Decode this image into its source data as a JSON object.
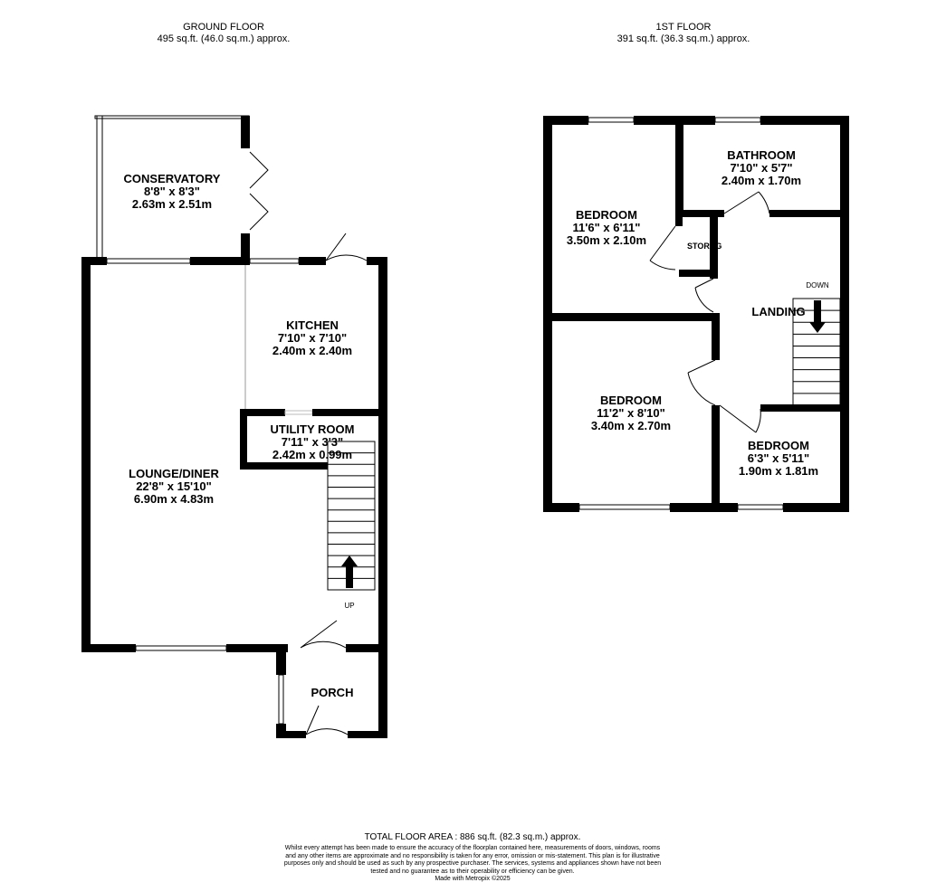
{
  "ground_floor": {
    "title": "GROUND FLOOR",
    "area": "495 sq.ft. (46.0 sq.m.) approx.",
    "rooms": [
      {
        "name": "CONSERVATORY",
        "imperial": "8'8\"  x 8'3\"",
        "metric": "2.63m  x 2.51m"
      },
      {
        "name": "KITCHEN",
        "imperial": "7'10\"  x 7'10\"",
        "metric": "2.40m  x 2.40m"
      },
      {
        "name": "UTILITY ROOM",
        "imperial": "7'11\"  x 3'3\"",
        "metric": "2.42m  x 0.99m"
      },
      {
        "name": "LOUNGE/DINER",
        "imperial": "22'8\"  x 15'10\"",
        "metric": "6.90m  x 4.83m"
      },
      {
        "name": "PORCH"
      }
    ],
    "stairs_label": "UP"
  },
  "first_floor": {
    "title": "1ST FLOOR",
    "area": "391 sq.ft. (36.3 sq.m.) approx.",
    "rooms": [
      {
        "name": "BATHROOM",
        "imperial": "7'10\"  x 5'7\"",
        "metric": "2.40m  x 1.70m"
      },
      {
        "name": "BEDROOM",
        "imperial": "11'6\"  x 6'11\"",
        "metric": "3.50m  x 2.10m"
      },
      {
        "name": "STORAG"
      },
      {
        "name": "LANDING"
      },
      {
        "name": "BEDROOM",
        "imperial": "11'2\"  x 8'10\"",
        "metric": "3.40m  x 2.70m"
      },
      {
        "name": "BEDROOM",
        "imperial": "6'3\"  x 5'11\"",
        "metric": "1.90m  x 1.81m"
      }
    ],
    "stairs_label": "DOWN"
  },
  "footer": {
    "total": "TOTAL FLOOR AREA : 886 sq.ft. (82.3 sq.m.) approx.",
    "disclaimer": "Whilst every attempt has been made to ensure the accuracy of the floorplan contained here, measurements of doors, windows, rooms and any other items are approximate and no responsibility is taken for any error, omission or mis-statement. This plan is for illustrative purposes only and should be used as such by any prospective purchaser. The services, systems and appliances shown have not been tested and no guarantee as to their operability or efficiency can be given.",
    "made_with": "Made with Metropix ©2025"
  }
}
